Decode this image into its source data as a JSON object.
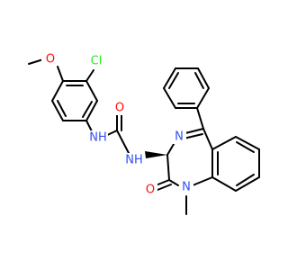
{
  "colors": {
    "bond": "#000000",
    "carbon_label": "#000000",
    "oxygen": "#ff0d0d",
    "nitrogen": "#3050f8",
    "chlorine": "#1ff01f",
    "background": "#ffffff"
  },
  "molecule": {
    "atoms": {
      "cl": "Cl",
      "o_methoxy": "O",
      "o_urea": "O",
      "nh_aryl": "NH",
      "nh_ring": "NH",
      "n_imine": "N",
      "n_lactam": "N",
      "o_lactam": "O"
    }
  }
}
